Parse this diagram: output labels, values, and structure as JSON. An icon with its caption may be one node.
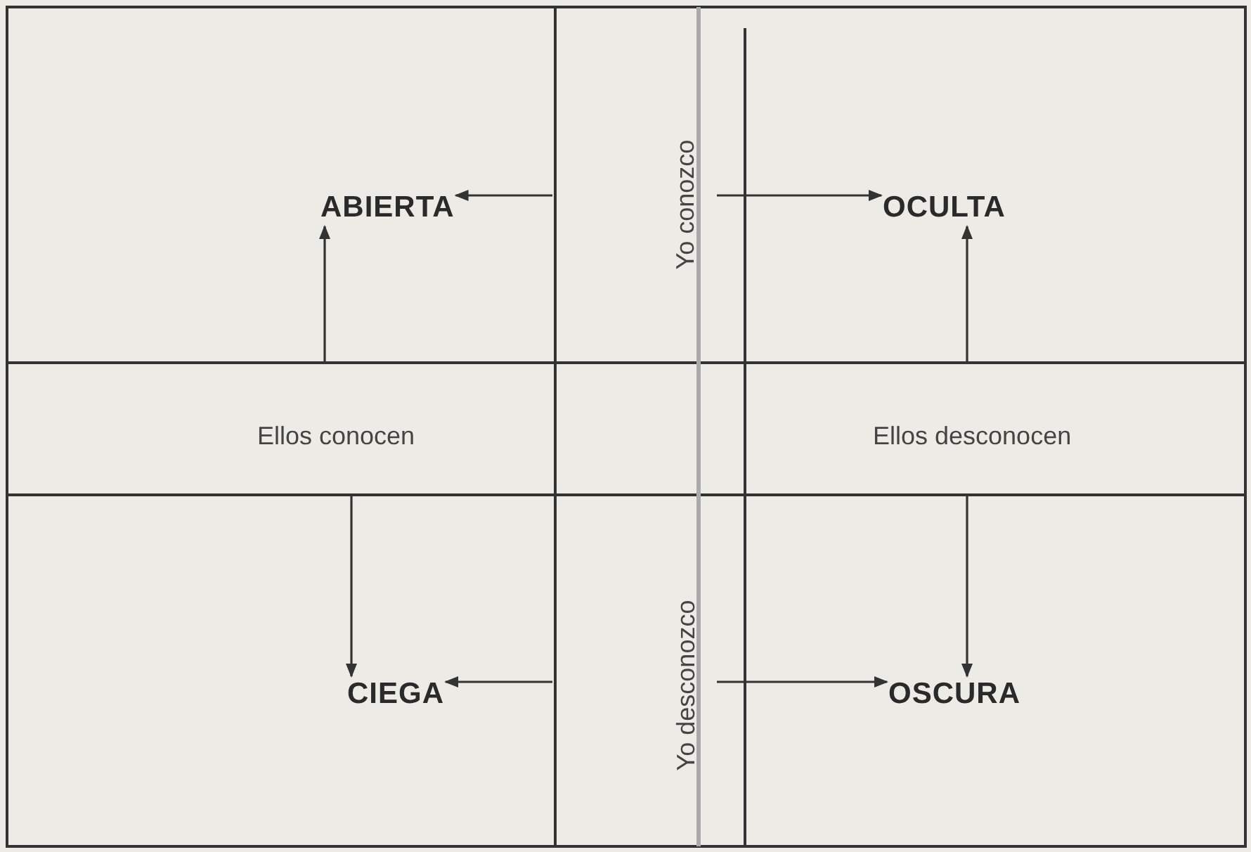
{
  "diagram": {
    "nodes": [
      {
        "text": [
          "ABIERTA"
        ]
      },
      {
        "text": [
          "Yo conozco"
        ]
      },
      {
        "text": [
          "OCULTA"
        ]
      },
      {
        "text": [
          "Ellos conocen"
        ]
      },
      {
        "text": [
          "Ellos desconocen"
        ]
      },
      {
        "text": [
          "CIEGA"
        ]
      },
      {
        "text": [
          "Yo desconozco"
        ]
      },
      {
        "text": [
          "OSCURA"
        ]
      }
    ],
    "edges": [
      {
        "from": null,
        "to": 0,
        "arrow": "to"
      },
      {
        "from": 1,
        "to": 2,
        "arrow": "to"
      },
      {
        "from": 3,
        "to": 0,
        "arrow": "to"
      },
      {
        "from": 4,
        "to": 2,
        "arrow": "to"
      },
      {
        "from": 3,
        "to": 5,
        "arrow": "to"
      },
      {
        "from": 4,
        "to": 7,
        "arrow": "to"
      },
      {
        "from": null,
        "to": 5,
        "arrow": "to"
      },
      {
        "from": 6,
        "to": 7,
        "arrow": "to"
      }
    ]
  }
}
